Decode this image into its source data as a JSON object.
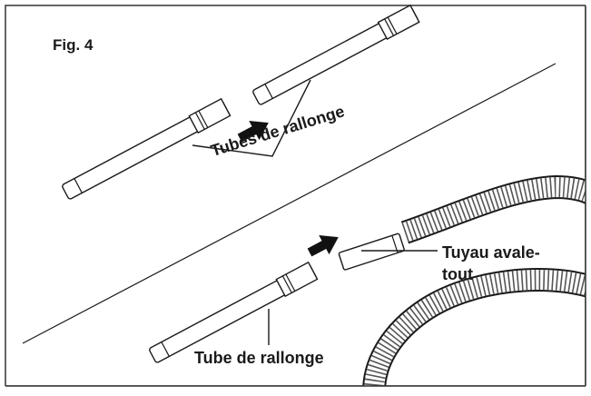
{
  "figure": {
    "label": "Fig. 4"
  },
  "labels": {
    "tubes_de_rallonge": "Tubes de rallonge",
    "tuyau_avale_tout": "Tuyau avale-\ntout",
    "tube_de_rallonge": "Tube de rallonge"
  },
  "colors": {
    "stroke": "#1a1a1a",
    "frame": "#333333",
    "background": "#ffffff",
    "arrow": "#111111"
  },
  "icons": {
    "arrow_top": "right-arrow-icon",
    "arrow_bottom": "right-arrow-icon"
  }
}
